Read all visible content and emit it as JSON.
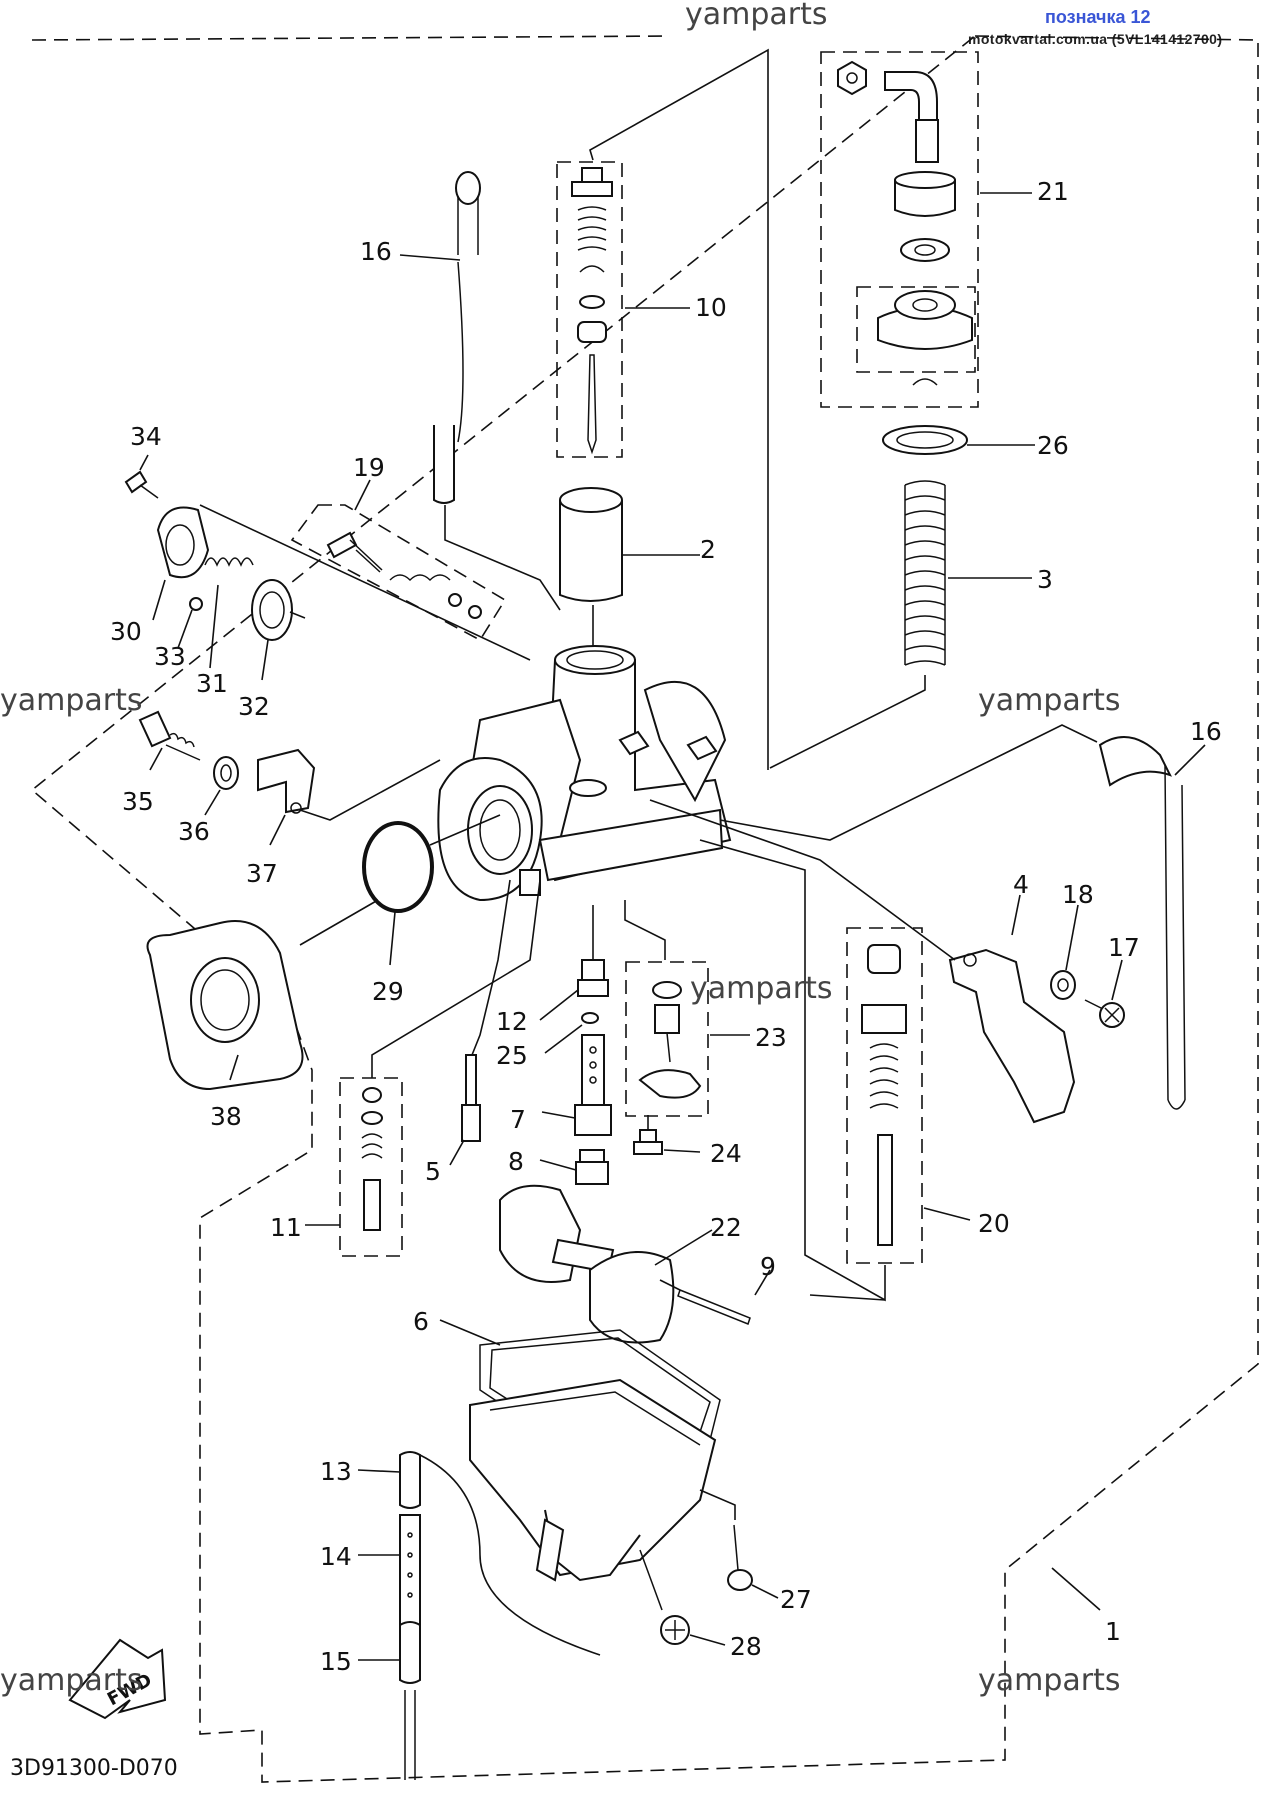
{
  "header": {
    "watermark_top": "yamparts",
    "label_blue": "позначка 12",
    "source_line": "motokvartal.com.ua (5VL141412700)"
  },
  "watermarks": [
    "yamparts",
    "yamparts",
    "yamparts",
    "yamparts",
    "yamparts"
  ],
  "diagram_code": "3D91300-D070",
  "fwd_label": "FWD",
  "callouts": [
    "1",
    "2",
    "3",
    "4",
    "5",
    "6",
    "7",
    "8",
    "9",
    "10",
    "11",
    "12",
    "13",
    "14",
    "15",
    "16",
    "16",
    "17",
    "18",
    "19",
    "20",
    "21",
    "22",
    "23",
    "24",
    "25",
    "26",
    "27",
    "28",
    "29",
    "30",
    "31",
    "32",
    "33",
    "34",
    "35",
    "36",
    "37",
    "38"
  ]
}
